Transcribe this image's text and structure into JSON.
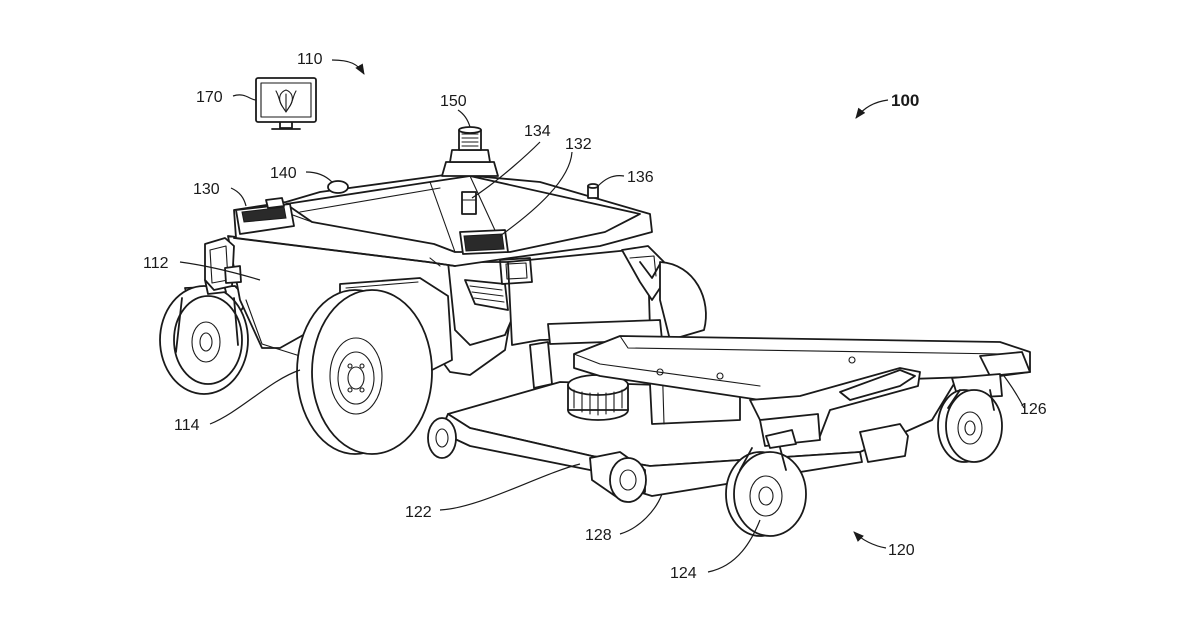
{
  "labels": {
    "l100": "100",
    "l110": "110",
    "l112": "112",
    "l114": "114",
    "l120": "120",
    "l122": "122",
    "l124": "124",
    "l126": "126",
    "l128": "128",
    "l130": "130",
    "l132": "132",
    "l134": "134",
    "l136": "136",
    "l140": "140",
    "l150": "150",
    "l170": "170"
  }
}
